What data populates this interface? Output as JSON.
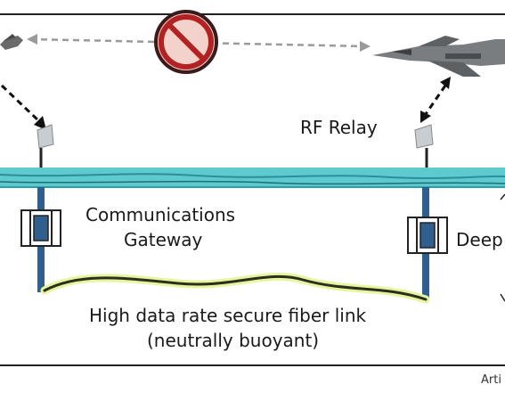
{
  "labels": {
    "rf_relay": "RF Relay",
    "gateway_line1": "Communications",
    "gateway_line2": "Gateway",
    "deep": "Deep",
    "fiber_line1": "High data rate secure fiber link",
    "fiber_line2": "(neutrally buoyant)",
    "credit": "Arti"
  },
  "icons": {
    "prohibited": "prohibited-icon",
    "aircraft": "jet-aircraft-icon",
    "relay": "rf-relay-antenna-icon",
    "gateway": "buoy-gateway-icon"
  },
  "colors": {
    "water": "#5fc9d0",
    "water_dark": "#2aa0a8",
    "prohibit_ring": "#b22222",
    "prohibit_fill": "#f3d2cc",
    "mast": "#2f5f8f",
    "fiber": "#2e2e1e",
    "fiber_glow": "#e6f5a0"
  }
}
